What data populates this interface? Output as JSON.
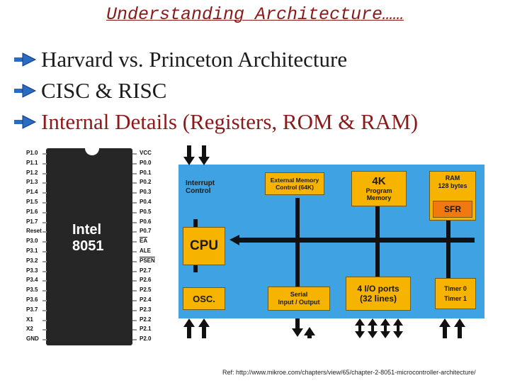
{
  "slide": {
    "title": "Understanding Architecture……",
    "bullets": [
      "Harvard vs. Princeton Architecture",
      "CISC & RISC",
      "Internal Details (Registers, ROM & RAM)"
    ],
    "reference": "Ref: http://www.mikroe.com/chapters/view/65/chapter-2-8051-microcontroller-architecture/"
  },
  "chip": {
    "name_line1": "Intel",
    "name_line2": "8051",
    "left_pins": [
      "P1.0",
      "P1.1",
      "P1.2",
      "P1.3",
      "P1.4",
      "P1.5",
      "P1.6",
      "P1.7",
      "Reset",
      "P3.0",
      "P3.1",
      "P3.2",
      "P3.3",
      "P3.4",
      "P3.5",
      "P3.6",
      "P3.7",
      "X1",
      "X2",
      "GND"
    ],
    "right_pins": [
      "VCC",
      "P0.0",
      "P0.1",
      "P0.2",
      "P0.3",
      "P0.4",
      "P0.5",
      "P0.6",
      "P0.7",
      "EA",
      "ALE",
      "PSEN",
      "P2.7",
      "P2.6",
      "P2.5",
      "P2.4",
      "P2.3",
      "P2.2",
      "P2.1",
      "P2.0"
    ]
  },
  "diagram": {
    "interrupt_control": "Interrupt\nControl",
    "external_memory": "External Memory\nControl (64K)",
    "program_memory_size": "4K",
    "program_memory_label": "Program\nMemory",
    "ram_label": "RAM\n128 bytes",
    "sfr": "SFR",
    "cpu": "CPU",
    "osc": "OSC.",
    "serial": "Serial\nInput / Output",
    "io_ports": "4 I/O ports\n(32 lines)",
    "timers": "Timer 0\nTimer 1"
  },
  "colors": {
    "title": "#8b1a1a",
    "panel_blue": "#3fa3e3",
    "block_orange": "#f6b300",
    "sfr_orange": "#f07a10"
  }
}
